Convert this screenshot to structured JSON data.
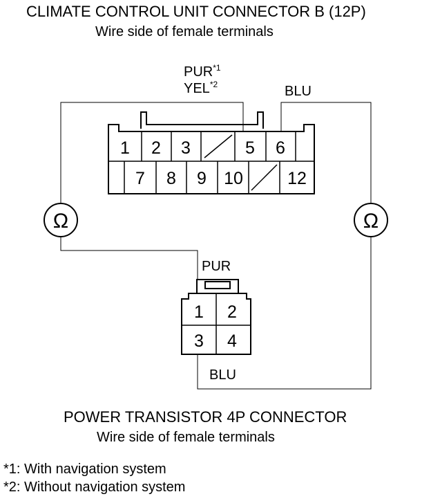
{
  "connector_b": {
    "title": "CLIMATE CONTROL UNIT CONNECTOR B (12P)",
    "subtitle": "Wire side of female terminals",
    "top_row": [
      "1",
      "2",
      "3",
      "",
      "5",
      "6",
      ""
    ],
    "bottom_row": [
      "",
      "7",
      "8",
      "9",
      "10",
      "",
      "12"
    ]
  },
  "connector_p": {
    "title": "POWER TRANSISTOR 4P CONNECTOR",
    "subtitle": "Wire side of female terminals",
    "pins": [
      "1",
      "2",
      "3",
      "4"
    ]
  },
  "wires": {
    "pur_label": "PUR",
    "pur_note": "*1",
    "yel_label": "YEL",
    "yel_note": "*2",
    "blu_top": "BLU",
    "pur_bottom": "PUR",
    "blu_bottom": "BLU"
  },
  "meter_symbol": "Ω",
  "notes": [
    "*1: With navigation system",
    "*2: Without navigation system"
  ]
}
